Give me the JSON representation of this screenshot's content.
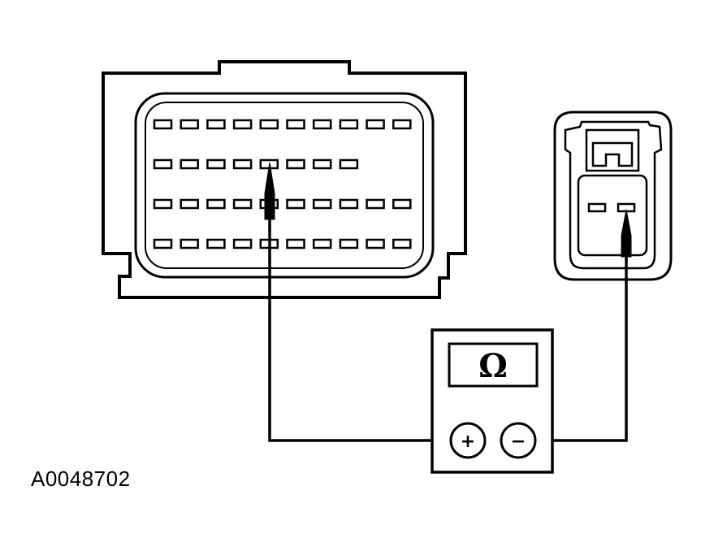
{
  "figure": {
    "id": "A0048702"
  },
  "meter": {
    "display_symbol": "Ω",
    "positive_symbol": "+",
    "negative_symbol": "−"
  },
  "connector_main": {
    "pin_rows": [
      10,
      8,
      10,
      10
    ]
  },
  "connector_sensor": {
    "pin_count": 2
  },
  "colors": {
    "line": "#000000",
    "background": "#ffffff"
  }
}
